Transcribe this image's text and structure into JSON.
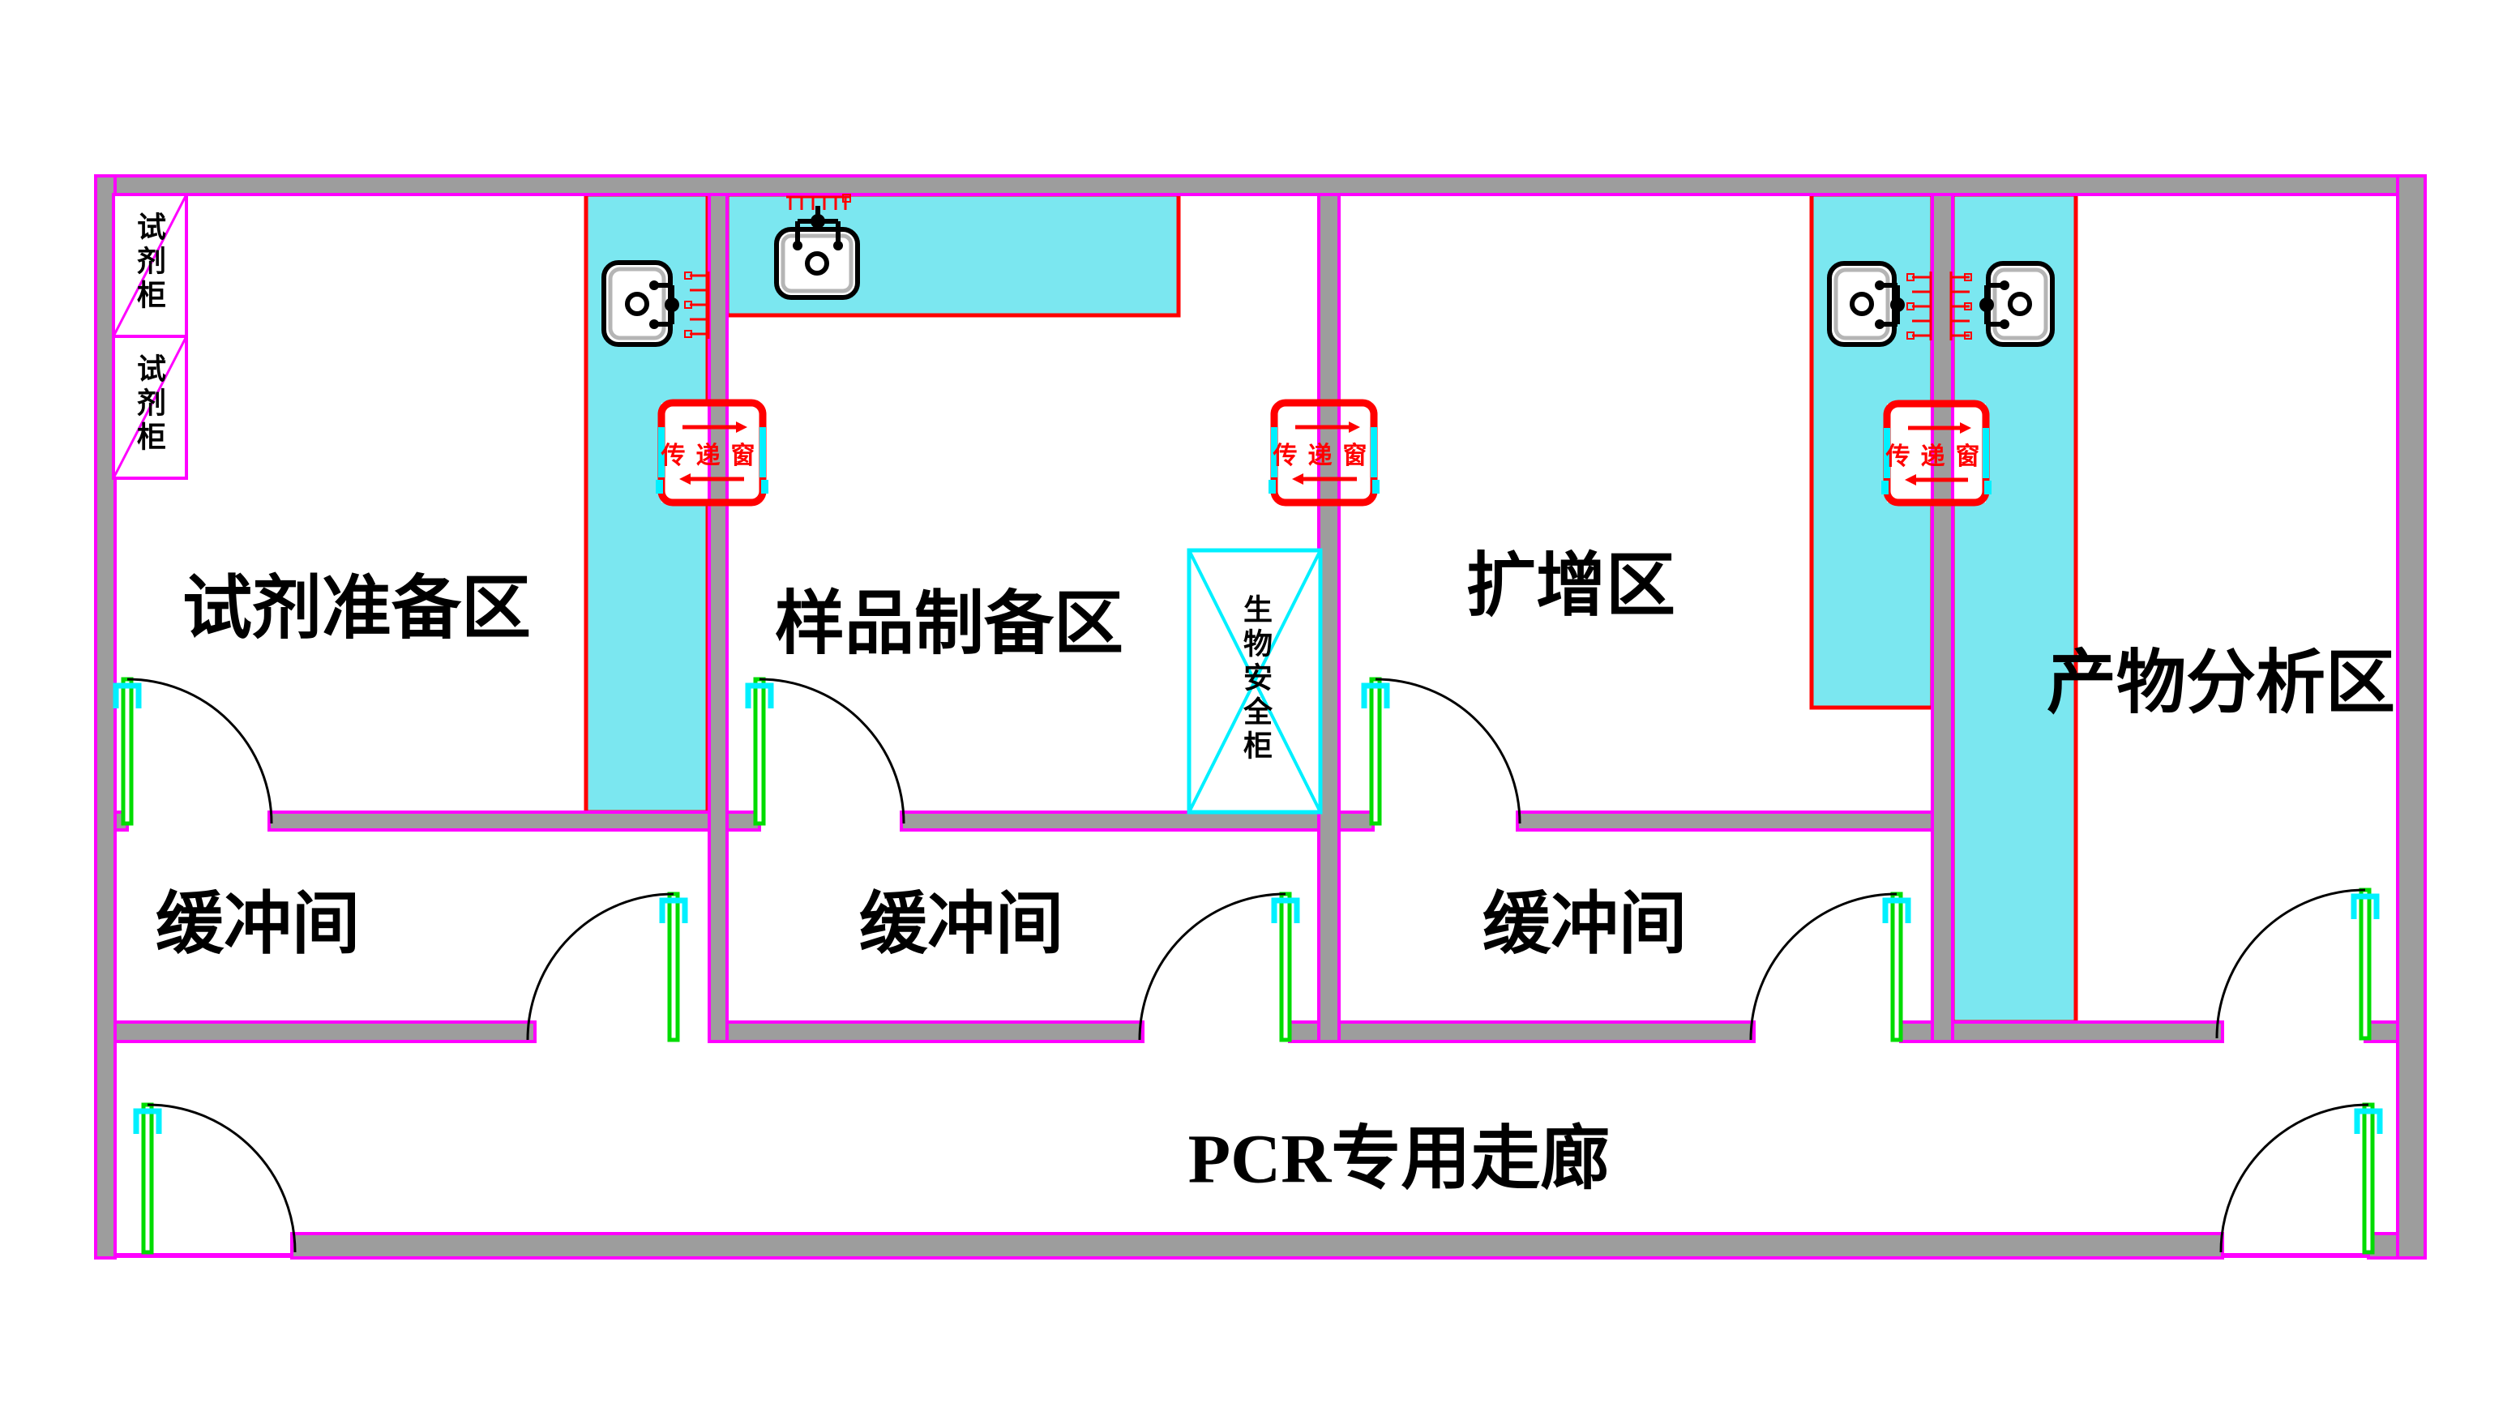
{
  "drawing": {
    "type": "floor-plan",
    "subject": "PCR laboratory layout"
  },
  "rooms": [
    {
      "id": "reagent-prep",
      "label": "试剂准备区"
    },
    {
      "id": "sample-prep",
      "label": "样品制备区"
    },
    {
      "id": "amplification",
      "label": "扩增区"
    },
    {
      "id": "product-analysis",
      "label": "产物分析区"
    }
  ],
  "buffer_rooms": [
    {
      "label": "缓冲间"
    },
    {
      "label": "缓冲间"
    },
    {
      "label": "缓冲间"
    }
  ],
  "corridor": {
    "label": "PCR专用走廊"
  },
  "cabinets": [
    {
      "label": "试剂柜"
    },
    {
      "label": "试剂柜"
    }
  ],
  "biosafety_cabinet": {
    "label": "生物安全柜"
  },
  "pass_windows": [
    {
      "label": "传递窗"
    },
    {
      "label": "传递窗"
    },
    {
      "label": "传递窗"
    }
  ],
  "icons": {
    "sink": "sink-icon",
    "door": "door-icon",
    "faucet_rack": "faucet-rack-icon"
  },
  "colors": {
    "wall_fill": "#9D9D9D",
    "outline_magenta": "#FF00FF",
    "bench_fill": "#7BE7F0",
    "bench_border": "#FF0000",
    "pass_window_red": "#FF0000",
    "door_green": "#00DC00",
    "accent_cyan": "#00F0FF"
  }
}
